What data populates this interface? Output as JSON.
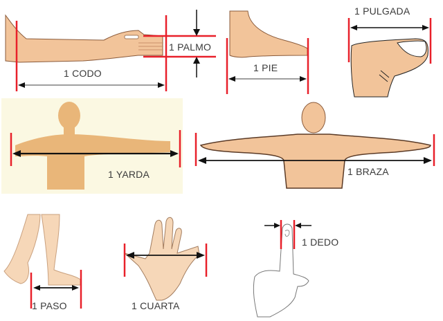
{
  "colors": {
    "skin": "#f2c49a",
    "skin_outline": "#8a5a3a",
    "marker_red": "#e8202a",
    "arrow_black": "#111111",
    "yarda_bg": "#fbf8e2",
    "label_gray": "#3a3a3a"
  },
  "units": [
    {
      "id": "codo",
      "label": "1 CODO",
      "body_part": "forearm"
    },
    {
      "id": "palmo",
      "label": "1 PALMO",
      "body_part": "hand width"
    },
    {
      "id": "pie",
      "label": "1 PIE",
      "body_part": "foot"
    },
    {
      "id": "pulgada",
      "label": "1 PULGADA",
      "body_part": "thumb"
    },
    {
      "id": "yarda",
      "label": "1 YARDA",
      "body_part": "half arm span"
    },
    {
      "id": "braza",
      "label": "1 BRAZA",
      "body_part": "arm span"
    },
    {
      "id": "paso",
      "label": "1 PASO",
      "body_part": "step"
    },
    {
      "id": "cuarta",
      "label": "1 CUARTA",
      "body_part": "hand span"
    },
    {
      "id": "dedo",
      "label": "1 DEDO",
      "body_part": "finger width"
    }
  ]
}
